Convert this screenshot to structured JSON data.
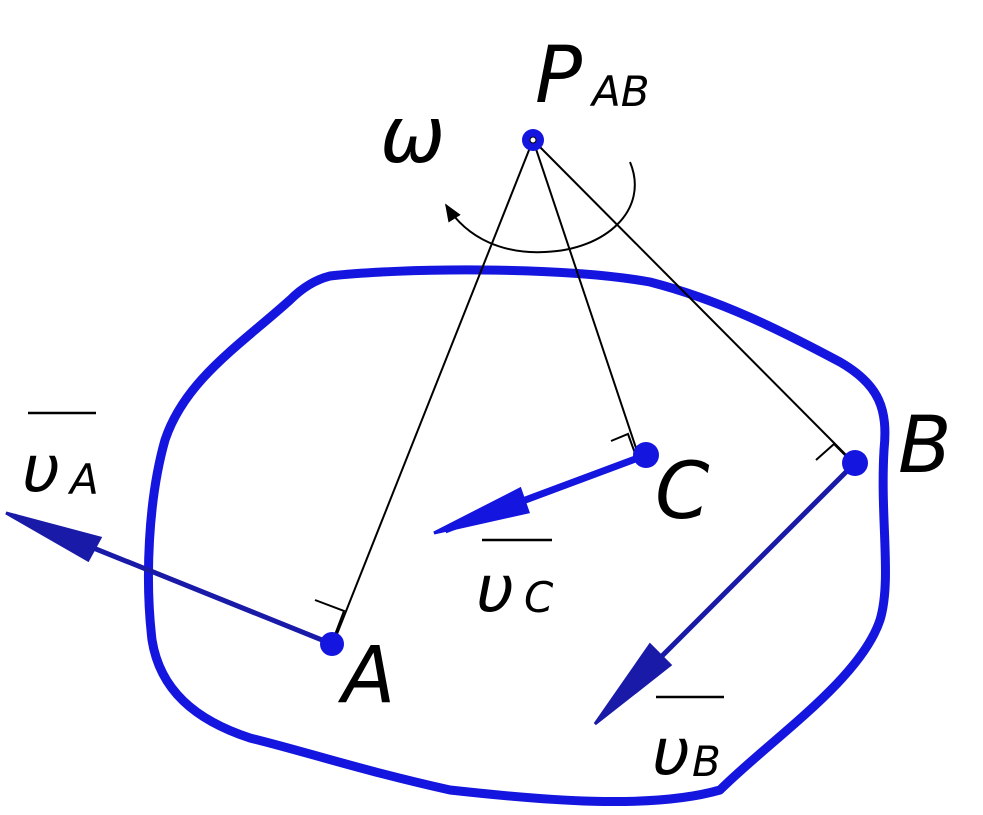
{
  "diagram": {
    "points": {
      "pole": {
        "label": "P",
        "subscript": "AB"
      },
      "A": {
        "label": "A"
      },
      "B": {
        "label": "B"
      },
      "C": {
        "label": "C"
      }
    },
    "angular_velocity": {
      "label": "ω"
    },
    "velocities": {
      "vA": {
        "symbol": "υ",
        "subscript": "A"
      },
      "vB": {
        "symbol": "υ",
        "subscript": "B"
      },
      "vC": {
        "symbol": "υ",
        "subscript": "C"
      }
    },
    "colors": {
      "body_outline": "#1515e0",
      "vector": "#1a1aa8",
      "construction_lines": "#000000"
    }
  }
}
